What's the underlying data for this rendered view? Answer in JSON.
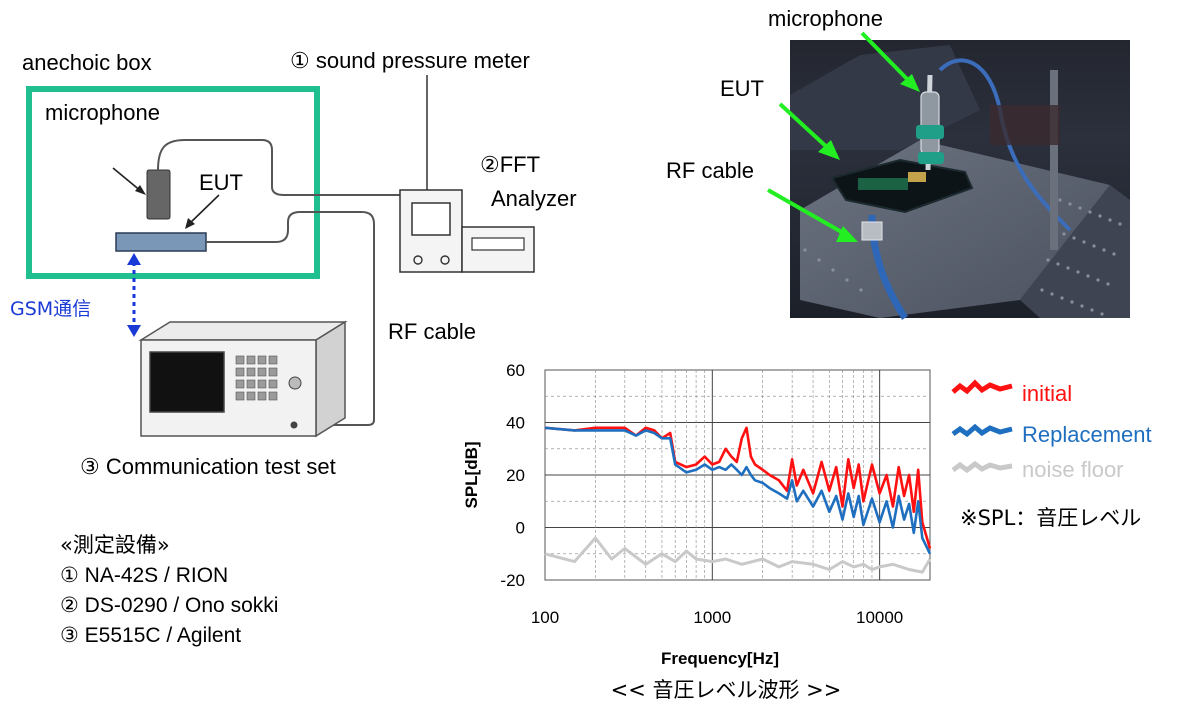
{
  "setup": {
    "anechoic_box": "anechoic box",
    "microphone": "microphone",
    "eut": "EUT",
    "sound_meter": "① sound pressure meter",
    "fft_line1": "②FFT",
    "fft_line2": "Analyzer",
    "gsm": "GSM通信",
    "rf_cable": "RF cable",
    "comm_test_set": "③ Communication test set"
  },
  "equipment": {
    "heading": "«測定設備»",
    "items": [
      "① NA-42S / RION",
      "② DS-0290 / Ono sokki",
      "③ E5515C /  Agilent"
    ]
  },
  "photo": {
    "microphone": "microphone",
    "eut": "EUT",
    "rf_cable": "RF cable"
  },
  "footnote": "※SPL：音圧レベル",
  "caption": "<< 音圧レベル波形 >>",
  "colors": {
    "box": "#1fbf8f",
    "initial": "#ff1111",
    "replacement": "#1f6fc0",
    "noise": "#c9c9c9",
    "arrow": "#22ee22",
    "gsm": "#1a3ad6"
  },
  "chart_data": {
    "type": "line",
    "x_scale": "log",
    "xlabel": "Frequency[Hz]",
    "ylabel": "SPL[dB]",
    "xlim": [
      100,
      20000
    ],
    "ylim": [
      -20,
      60
    ],
    "x_ticks": [
      "100",
      "1000",
      "10000"
    ],
    "y_ticks": [
      "60",
      "40",
      "20",
      "0",
      "-20"
    ],
    "grid": true,
    "legend_position": "right",
    "series": [
      {
        "name": "initial",
        "x": [
          100,
          150,
          200,
          300,
          350,
          400,
          450,
          500,
          560,
          600,
          700,
          800,
          900,
          1000,
          1100,
          1200,
          1300,
          1400,
          1500,
          1600,
          1700,
          1800,
          2000,
          2200,
          2500,
          2800,
          3000,
          3200,
          3500,
          4000,
          4500,
          5000,
          5500,
          6000,
          6500,
          7000,
          7500,
          8000,
          9000,
          10000,
          11000,
          12000,
          13000,
          14000,
          15000,
          16000,
          17000,
          18000,
          20000
        ],
        "y": [
          38,
          37,
          38,
          38,
          35,
          38,
          37,
          34,
          36,
          25,
          23,
          24,
          27,
          24,
          25,
          30,
          27,
          25,
          34,
          38,
          27,
          24,
          22,
          20,
          18,
          14,
          26,
          16,
          22,
          13,
          25,
          14,
          23,
          8,
          26,
          15,
          24,
          10,
          24,
          13,
          20,
          8,
          23,
          12,
          20,
          6,
          22,
          2,
          -8
        ]
      },
      {
        "name": "Replacement",
        "x": [
          100,
          150,
          200,
          300,
          350,
          400,
          450,
          500,
          560,
          600,
          700,
          800,
          900,
          1000,
          1100,
          1200,
          1300,
          1400,
          1500,
          1600,
          1700,
          1800,
          2000,
          2200,
          2500,
          2800,
          3000,
          3200,
          3500,
          4000,
          4500,
          5000,
          5500,
          6000,
          6500,
          7000,
          7500,
          8000,
          9000,
          10000,
          11000,
          12000,
          13000,
          14000,
          15000,
          16000,
          17000,
          18000,
          20000
        ],
        "y": [
          38,
          37,
          37,
          37,
          35,
          37,
          36,
          34,
          34,
          24,
          21,
          22,
          24,
          22,
          23,
          22,
          24,
          22,
          20,
          23,
          20,
          18,
          17,
          15,
          13,
          11,
          18,
          10,
          14,
          8,
          14,
          6,
          12,
          3,
          13,
          4,
          12,
          1,
          11,
          2,
          10,
          0,
          12,
          3,
          9,
          -2,
          10,
          -4,
          -10
        ]
      },
      {
        "name": "noise floor",
        "x": [
          100,
          150,
          200,
          250,
          300,
          400,
          500,
          600,
          700,
          800,
          1000,
          1200,
          1500,
          2000,
          2500,
          3000,
          4000,
          5000,
          6000,
          7000,
          8000,
          9000,
          10000,
          12000,
          15000,
          18000,
          20000
        ],
        "y": [
          -10,
          -13,
          -4,
          -12,
          -8,
          -14,
          -10,
          -13,
          -9,
          -12,
          -13,
          -12,
          -14,
          -12,
          -15,
          -13,
          -14,
          -16,
          -13,
          -15,
          -14,
          -16,
          -15,
          -14,
          -16,
          -17,
          -12
        ]
      }
    ]
  }
}
